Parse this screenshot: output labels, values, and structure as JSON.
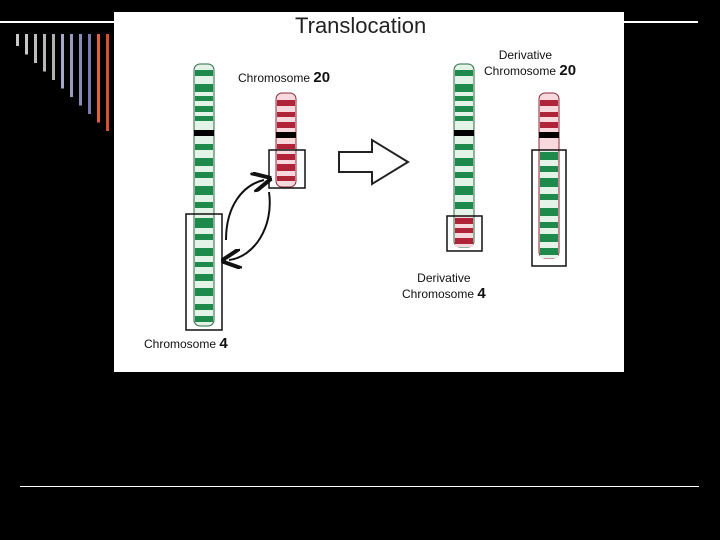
{
  "slide": {
    "colors": {
      "background": "#000000",
      "panel": "#ffffff",
      "green": "#1e8a4c",
      "red": "#b0243a",
      "pink": "#f3c0c8"
    }
  },
  "diagram": {
    "title": "Translocation",
    "chromosome20": {
      "prefix": "Chromosome ",
      "number": "20"
    },
    "chromosome4": {
      "prefix": "Chromosome ",
      "number": "4"
    },
    "derivative20": {
      "line1": "Derivative",
      "prefix": "Chromosome ",
      "number": "20"
    },
    "derivative4": {
      "line1": "Derivative",
      "prefix": "Chromosome ",
      "number": "4"
    }
  }
}
